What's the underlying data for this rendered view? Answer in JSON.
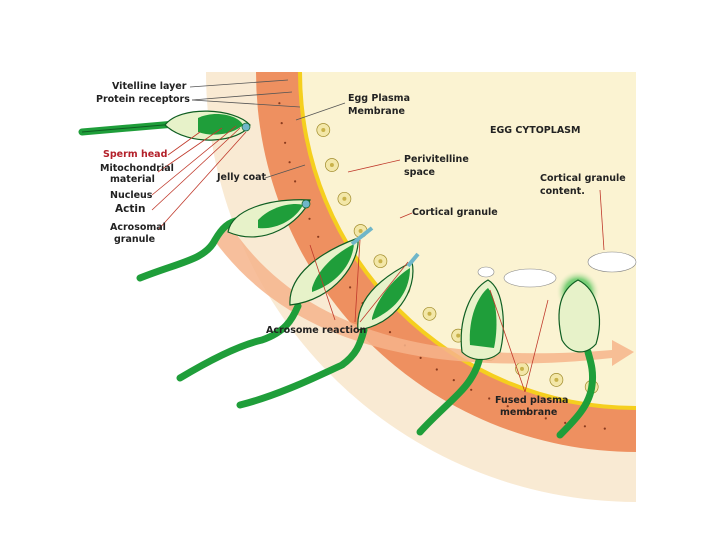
{
  "labels": {
    "vitelline_layer": "Vitelline layer",
    "protein_receptors": "Protein receptors",
    "egg_plasma_membrane_1": "Egg Plasma",
    "egg_plasma_membrane_2": "Membrane",
    "egg_cytoplasm": "EGG CYTOPLASM",
    "sperm_head": "Sperm head",
    "mitochondrial_1": "Mitochondrial",
    "mitochondrial_2": "material",
    "nucleus": "Nucleus",
    "actin": "Actin",
    "acrosomal_1": "Acrosomal",
    "acrosomal_2": "granule",
    "jelly_coat": "Jelly coat",
    "perivitelline_1": "Perivitelline",
    "perivitelline_2": "space",
    "cortical_granule": "Cortical granule",
    "cortical_content_1": "Cortical granule",
    "cortical_content_2": "content.",
    "acrosome_reaction": "Acrosome reaction",
    "fused_1": "Fused plasma",
    "fused_2": "membrane"
  },
  "colors": {
    "cytoplasm": "#fbf3d2",
    "vitelline": "#ee9060",
    "jelly": "#f7e6cc",
    "membrane": "#f5cf1e",
    "sperm_green": "#1f9e3a",
    "sperm_dark": "#0f5e22",
    "sperm_light": "#e7f2c9",
    "arrow": "#f4a87a",
    "leader": "#c0392b"
  }
}
